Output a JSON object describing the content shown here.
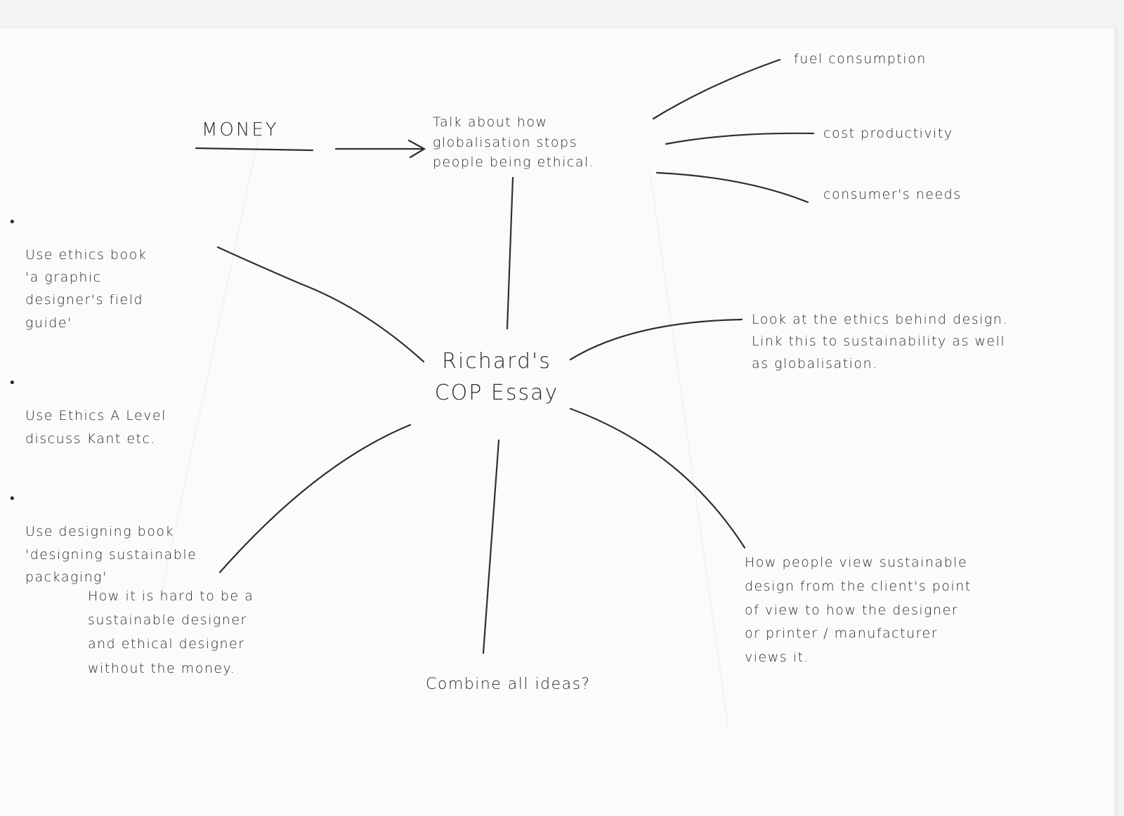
{
  "diagram": {
    "center": "Richard's\nCOP Essay",
    "money": "MONEY",
    "globalisation": "Talk about how\nglobalisation stops\npeople being ethical.",
    "fuel": "fuel consumption",
    "cost": "cost productivity",
    "consumers": "consumer's needs",
    "ethics": "Look at the ethics behind design.\nLink this to sustainability as well\nas globalisation.",
    "client_view": "How people view sustainable\ndesign from the client's point\nof view to how the designer\nor printer / manufacturer\nviews it.",
    "combine": "Combine all ideas?",
    "hard": "How it is hard to be a\nsustainable designer\nand ethical designer\nwithout the money.",
    "resources": [
      "Use ethics book\n'a graphic\ndesigner's field\nguide'",
      "Use Ethics A Level\ndiscuss Kant etc.",
      "Use designing book\n'designing sustainable\npackaging'"
    ],
    "bullet": "•"
  },
  "colors": {
    "paper": "#fbfbfb",
    "ink": "#2a2a2a"
  }
}
